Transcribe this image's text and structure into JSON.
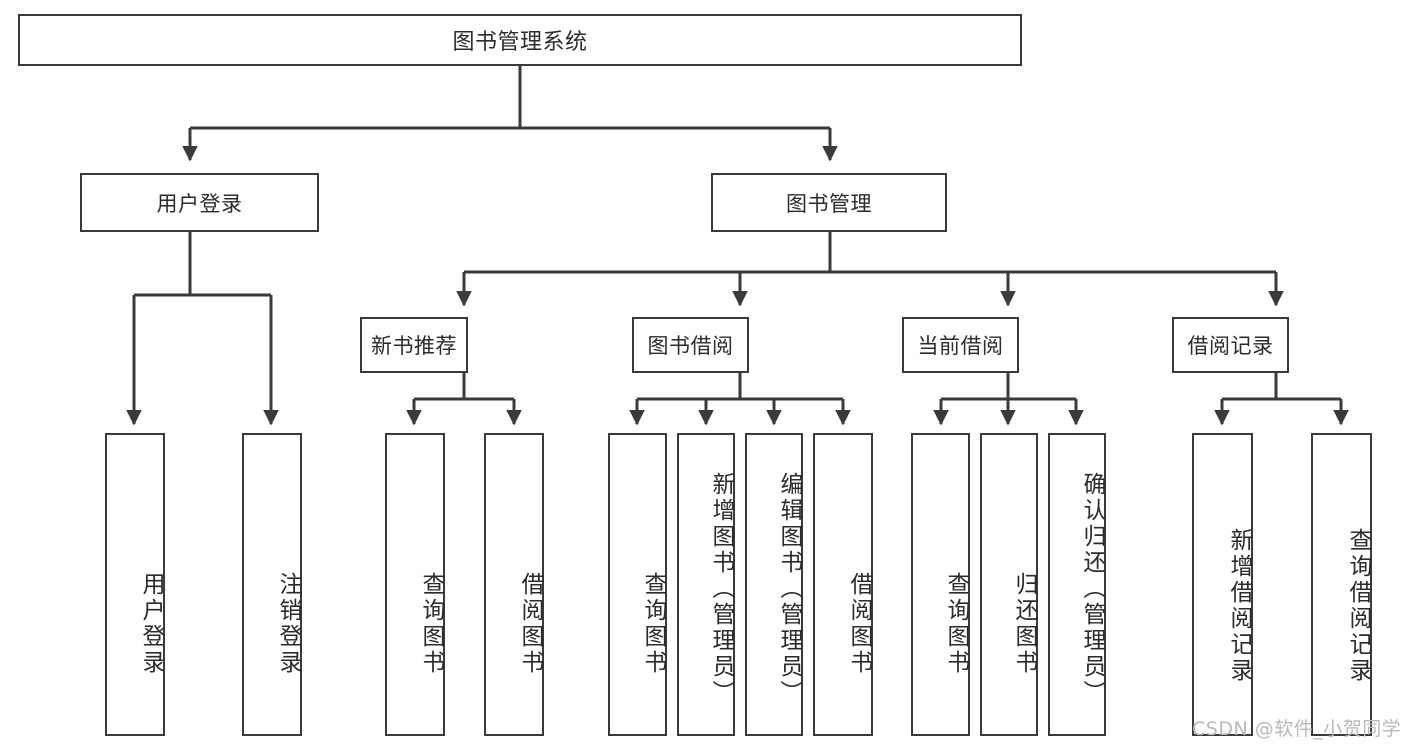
{
  "diagram": {
    "title": "图书管理系统",
    "type": "tree",
    "root": {
      "label": "图书管理系统",
      "children": [
        {
          "label": "用户登录",
          "children": [
            {
              "label": "用户登录"
            },
            {
              "label": "注销登录"
            }
          ]
        },
        {
          "label": "图书管理",
          "children": [
            {
              "label": "新书推荐",
              "children": [
                {
                  "label": "查询图书"
                },
                {
                  "label": "借阅图书"
                }
              ]
            },
            {
              "label": "图书借阅",
              "children": [
                {
                  "label": "查询图书"
                },
                {
                  "label": "新增图书（管理员）"
                },
                {
                  "label": "编辑图书（管理员）"
                },
                {
                  "label": "借阅图书"
                }
              ]
            },
            {
              "label": "当前借阅",
              "children": [
                {
                  "label": "查询图书"
                },
                {
                  "label": "归还图书"
                },
                {
                  "label": "确认归还（管理员）"
                }
              ]
            },
            {
              "label": "借阅记录",
              "children": [
                {
                  "label": "新增借阅记录"
                },
                {
                  "label": "查询借阅记录"
                }
              ]
            }
          ]
        }
      ]
    },
    "nodes": {
      "root": "图书管理系统",
      "user_login": "用户登录",
      "book_manage": "图书管理",
      "new_book_rec": "新书推荐",
      "book_borrow": "图书借阅",
      "current_borrow": "当前借阅",
      "borrow_record": "借阅记录",
      "leaf_user_login": "用户登录",
      "leaf_logout": "注销登录",
      "leaf_query_book_1": "查询图书",
      "leaf_borrow_book_1": "借阅图书",
      "leaf_query_book_2": "查询图书",
      "leaf_add_book": "新增图书（管理员）",
      "leaf_edit_book": "编辑图书（管理员）",
      "leaf_borrow_book_2": "借阅图书",
      "leaf_query_book_3": "查询图书",
      "leaf_return_book": "归还图书",
      "leaf_confirm_return": "确认归还（管理员）",
      "leaf_add_record": "新增借阅记录",
      "leaf_query_record": "查询借阅记录"
    },
    "colors": {
      "border": "#3a3a3a",
      "background": "#ffffff",
      "text": "#2b2b2b",
      "watermark": "#b9b9b9"
    }
  },
  "watermark": {
    "text": "CSDN @软件_小贺同学"
  }
}
